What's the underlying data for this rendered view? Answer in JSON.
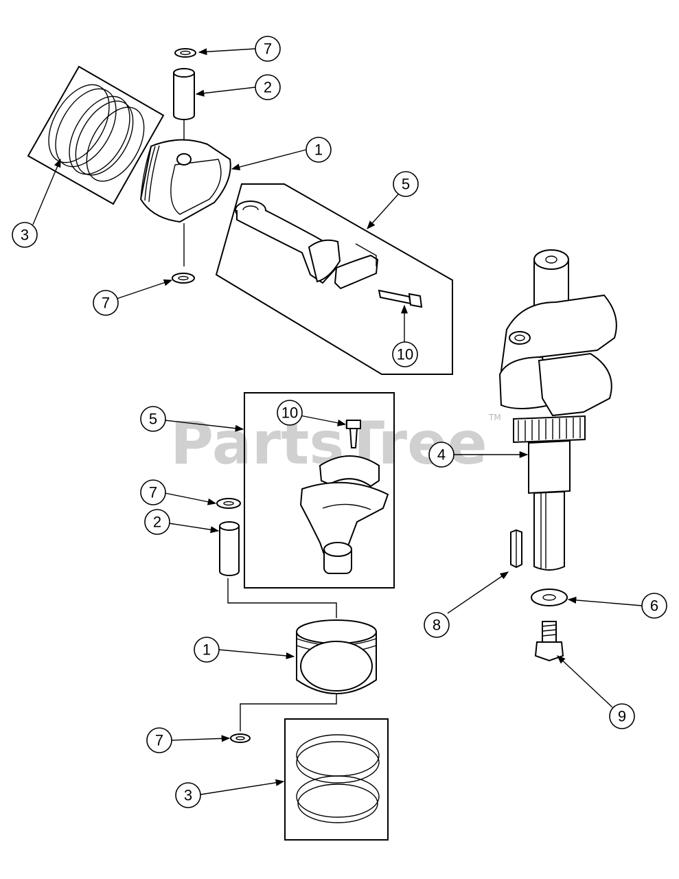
{
  "watermark": {
    "text": "PartsTree",
    "trademark": "TM"
  },
  "callouts": {
    "c7a": "7",
    "c2a": "2",
    "c1a": "1",
    "c5a": "5",
    "c3a": "3",
    "c7b": "7",
    "c10a": "10",
    "c5b": "5",
    "c10b": "10",
    "c4": "4",
    "c7c": "7",
    "c2b": "2",
    "c8": "8",
    "c6": "6",
    "c1b": "1",
    "c9": "9",
    "c7d": "7",
    "c3b": "3"
  }
}
